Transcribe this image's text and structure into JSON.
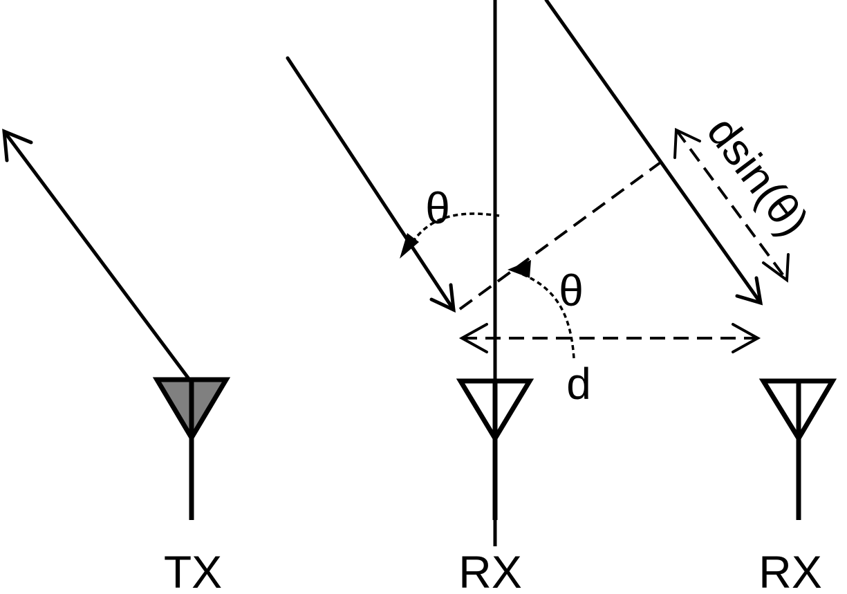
{
  "labels": {
    "tx": "TX",
    "rx_left": "RX",
    "rx_right": "RX",
    "distance": "d",
    "theta_top": "θ",
    "theta_mid": "θ",
    "path_difference": "dsin(θ)"
  },
  "icons": {
    "tx_antenna": "antenna-icon",
    "rx_antenna": "antenna-icon"
  },
  "colors": {
    "line": "#000000",
    "tx_fill": "#808080",
    "rx_fill": "#ffffff"
  }
}
